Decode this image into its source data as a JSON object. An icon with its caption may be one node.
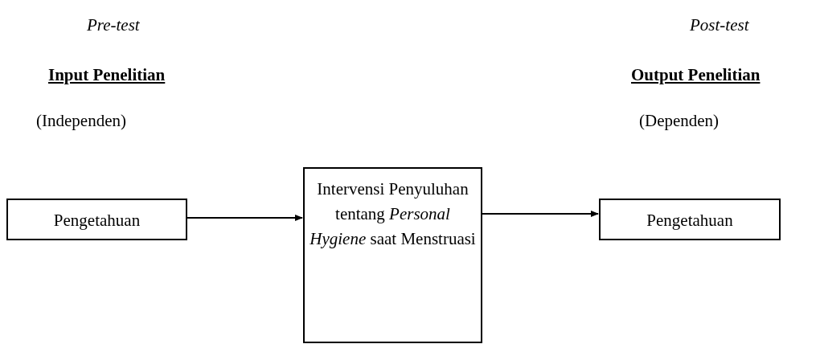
{
  "diagram": {
    "nodes": [
      {
        "text": [
          "Pengetahuan"
        ]
      },
      {
        "text": [
          "Intervensi Penyuluhan tentang *Personal Hygiene* saat Menstruasi"
        ]
      },
      {
        "text": [
          "Pengetahuan"
        ]
      }
    ],
    "edges": [
      {
        "from": 0,
        "to": 1,
        "arrow": "to"
      },
      {
        "from": 1,
        "to": 2,
        "arrow": "to"
      }
    ],
    "labels": [
      "Pre-test",
      "Post-test",
      "Input Penelitian",
      "Output Penelitian",
      "(Independen)",
      "(Dependen)"
    ]
  }
}
